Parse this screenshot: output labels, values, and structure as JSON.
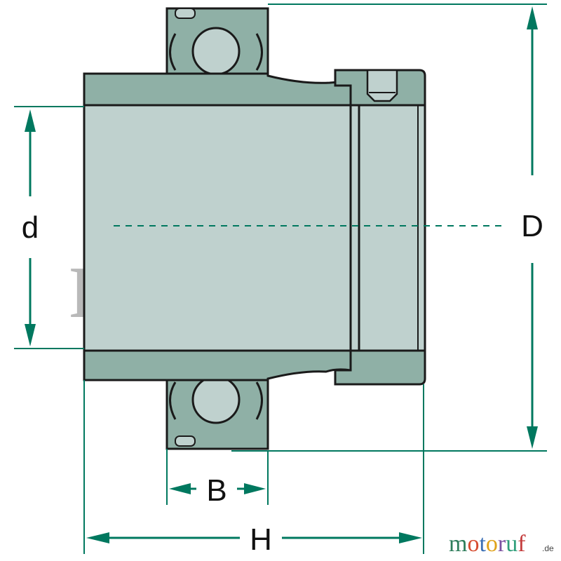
{
  "figure": {
    "labels": {
      "d": "d",
      "D": "D",
      "B": "B",
      "H": "H"
    },
    "watermark": "motoruf",
    "logo": {
      "letters": [
        "m",
        "o",
        "t",
        "o",
        "r",
        "u",
        "f"
      ],
      "letter_colors": [
        "#2e7d5b",
        "#d64b2f",
        "#3a6fb5",
        "#e0a21a",
        "#7a4fa0",
        "#2f9e7a",
        "#c43c3c"
      ],
      "tld": ".de"
    },
    "colors": {
      "sleeve": "#bfd1ce",
      "ring": "#8fb0a6",
      "outline": "#1a1a1a",
      "dimension": "#00785f",
      "watermark": "#7f7f7f"
    }
  }
}
